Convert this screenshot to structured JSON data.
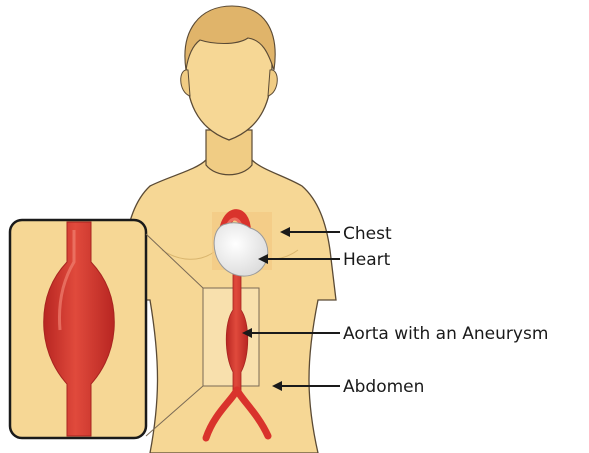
{
  "labels": {
    "chest": "Chest",
    "heart": "Heart",
    "aorta": "Aorta with an Aneurysm",
    "abdomen": "Abdomen"
  },
  "colors": {
    "skin": "#f6d795",
    "skin_shadow": "#e2bd74",
    "hair": "#e0b46a",
    "artery": "#d9332c",
    "artery_highlight": "#ee6a5c",
    "heart": "#f7f7f7",
    "outline": "#5a4a35"
  }
}
